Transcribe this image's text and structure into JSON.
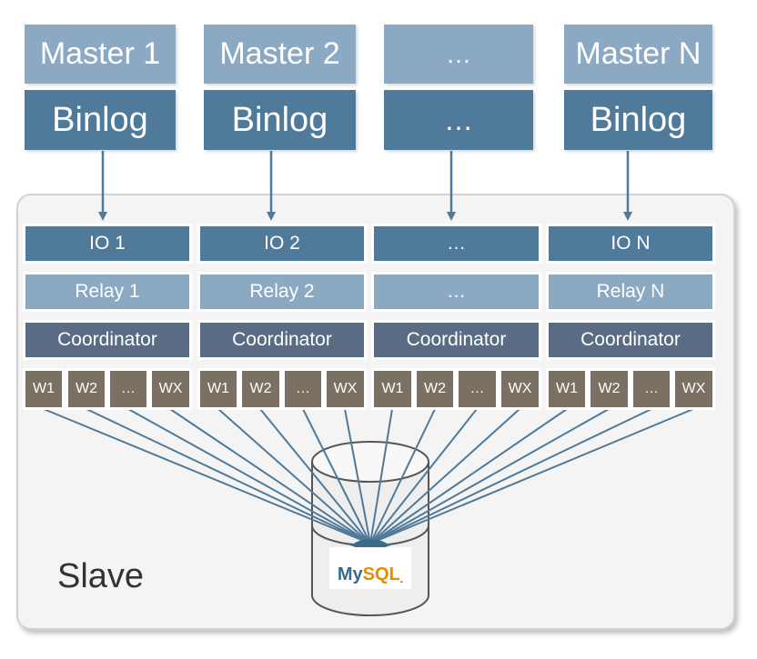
{
  "masters": [
    {
      "name": "Master 1",
      "binlog": "Binlog"
    },
    {
      "name": "Master 2",
      "binlog": "Binlog"
    },
    {
      "name": "…",
      "binlog": "…"
    },
    {
      "name": "Master N",
      "binlog": "Binlog"
    }
  ],
  "slave": {
    "label": "Slave",
    "channels": [
      {
        "io": "IO 1",
        "relay": "Relay 1",
        "coordinator": "Coordinator",
        "workers": [
          "W1",
          "W2",
          "…",
          "WX"
        ]
      },
      {
        "io": "IO 2",
        "relay": "Relay 2",
        "coordinator": "Coordinator",
        "workers": [
          "W1",
          "W2",
          "…",
          "WX"
        ]
      },
      {
        "io": "…",
        "relay": "…",
        "coordinator": "Coordinator",
        "workers": [
          "W1",
          "W2",
          "…",
          "WX"
        ]
      },
      {
        "io": "IO N",
        "relay": "Relay N",
        "coordinator": "Coordinator",
        "workers": [
          "W1",
          "W2",
          "…",
          "WX"
        ]
      }
    ]
  },
  "database": {
    "logo_my": "My",
    "logo_sql": "SQL",
    "logo_tm": "."
  },
  "colors": {
    "master": "#8ba9c3",
    "binlog": "#4f7a99",
    "io": "#4f7a99",
    "relay": "#8ba9c3",
    "coordinator": "#5a6b84",
    "worker": "#7a7063",
    "arrow": "#4f7a99",
    "mysql_blue": "#3a6a8c",
    "mysql_orange": "#e48e00"
  }
}
